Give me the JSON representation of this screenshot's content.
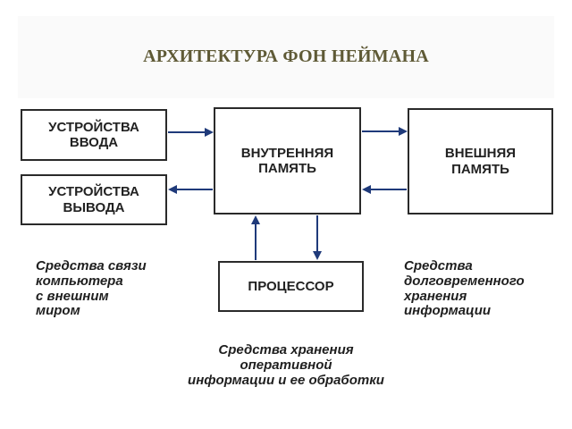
{
  "title": "АРХИТЕКТУРА ФОН НЕЙМАНА",
  "blocks": {
    "input": "УСТРОЙСТВА\nВВОДА",
    "output": "УСТРОЙСТВА\nВЫВОДА",
    "memory": "ВНУТРЕННЯЯ\nПАМЯТЬ",
    "external_memory": "ВНЕШНЯЯ\nПАМЯТЬ",
    "processor": "ПРОЦЕССОР"
  },
  "captions": {
    "left": "Средства связи\nкомпьютера\nс внешним\nмиром",
    "right": "Средства\nдолговременного\nхранения\nинформации",
    "bottom": "Средства хранения\nоперативной\nинформации и ее обработки"
  },
  "colors": {
    "title": "#5f5a36",
    "arrow": "#1f3a7a",
    "border": "#2a2a2a"
  }
}
